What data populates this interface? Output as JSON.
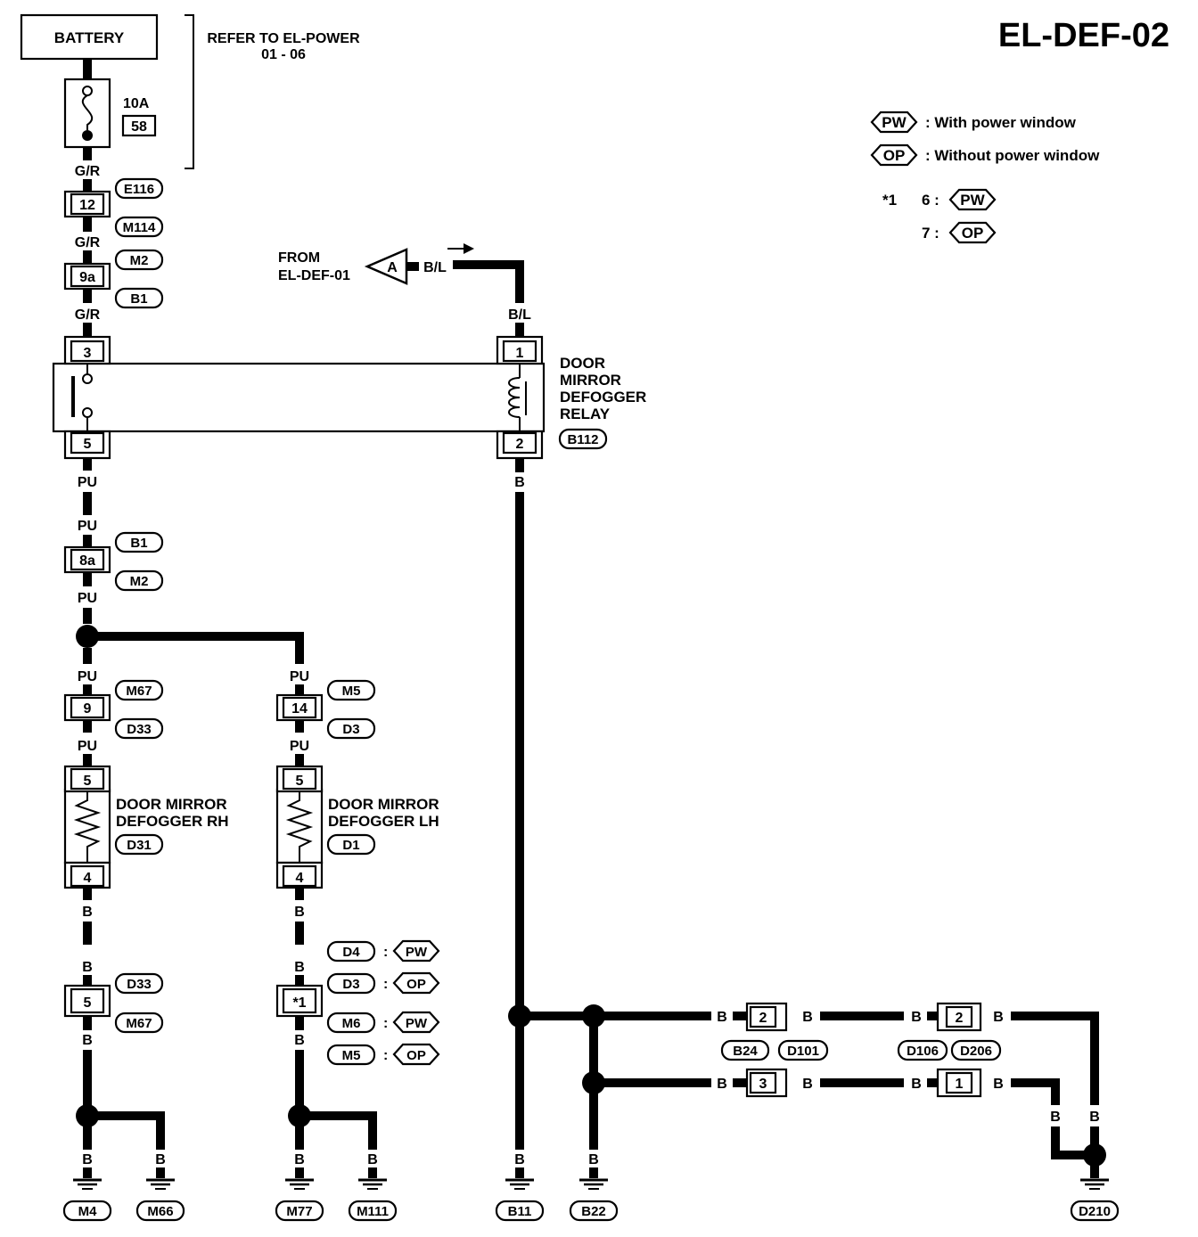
{
  "title": "EL-DEF-02",
  "battery": "BATTERY",
  "refer": {
    "line1": "REFER TO EL-POWER",
    "line2": "01 - 06"
  },
  "fuse": {
    "amp": "10A",
    "number": "58"
  },
  "legend": {
    "pw_code": "PW",
    "pw_text": ": With power window",
    "op_code": "OP",
    "op_text": ": Without power window",
    "star_mark": "*1",
    "star_6": "6 :",
    "star_7": "7 :"
  },
  "from": {
    "line1": "FROM",
    "line2": "EL-DEF-01",
    "connector": "A"
  },
  "wires": {
    "gr": "G/R",
    "bl": "B/L",
    "pu": "PU",
    "b": "B"
  },
  "connectors": {
    "c12": "12",
    "e116": "E116",
    "m114": "M114",
    "c9a": "9a",
    "m2": "M2",
    "b1": "B1",
    "c8a": "8a",
    "c9": "9",
    "m67": "M67",
    "d33": "D33",
    "c14": "14",
    "m5": "M5",
    "d3": "D3",
    "c5": "5",
    "cstar": "*1",
    "d4": "D4",
    "m6": "M6",
    "colon": ":",
    "c2": "2",
    "c3": "3",
    "c1": "1",
    "b24": "B24",
    "d101": "D101",
    "d106": "D106",
    "d206": "D206"
  },
  "relay": {
    "line1": "DOOR",
    "line2": "MIRROR",
    "line3": "DEFOGGER",
    "line4": "RELAY",
    "code": "B112",
    "pin3": "3",
    "pin5": "5",
    "pin1": "1",
    "pin2": "2"
  },
  "defogger_rh": {
    "line1": "DOOR MIRROR",
    "line2": "DEFOGGER RH",
    "code": "D31",
    "pin5": "5",
    "pin4": "4"
  },
  "defogger_lh": {
    "line1": "DOOR MIRROR",
    "line2": "DEFOGGER LH",
    "code": "D1",
    "pin5": "5",
    "pin4": "4"
  },
  "grounds": {
    "m4": "M4",
    "m66": "M66",
    "m77": "M77",
    "m111": "M111",
    "b11": "B11",
    "b22": "B22",
    "d210": "D210"
  }
}
